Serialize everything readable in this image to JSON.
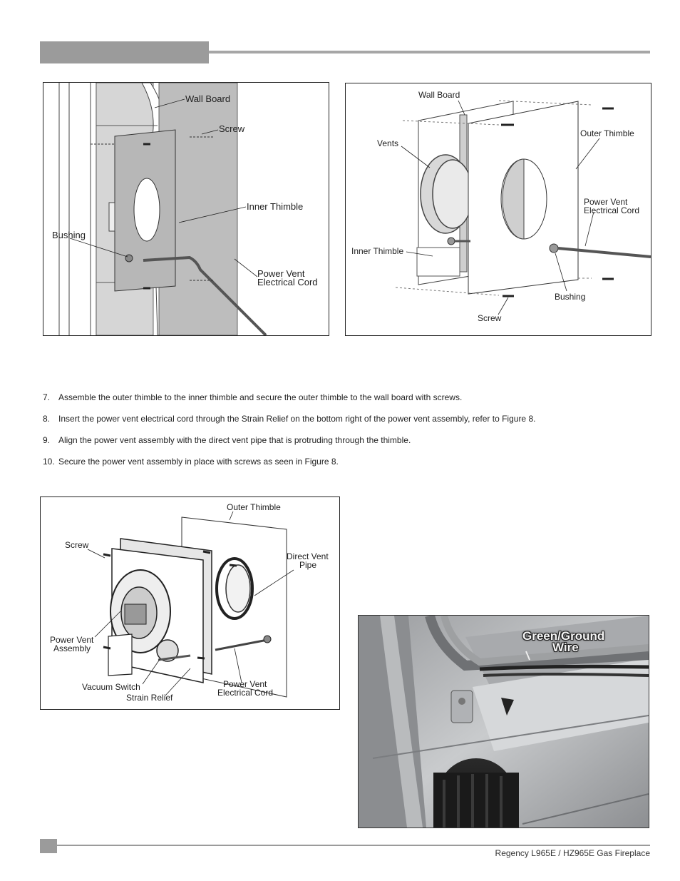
{
  "figure_a": {
    "labels": {
      "wall_board": "Wall Board",
      "screw": "Screw",
      "inner_thimble": "Inner Thimble",
      "bushing": "Bushing",
      "cord_1": "Power Vent",
      "cord_2": "Electrical Cord"
    }
  },
  "figure_b": {
    "labels": {
      "wall_board": "Wall Board",
      "vents": "Vents",
      "outer_thimble": "Outer Thimble",
      "cord_1": "Power Vent",
      "cord_2": "Electrical Cord",
      "inner_thimble": "Inner Thimble",
      "bushing": "Bushing",
      "screw": "Screw"
    }
  },
  "steps": [
    {
      "num": "7.",
      "text": "Assemble the outer thimble to the inner thimble and secure the outer thimble to the wall board with screws."
    },
    {
      "num": "8.",
      "text": "Insert the power vent electrical cord through the Strain Relief on the bottom right of the power vent assembly, refer to Figure 8."
    },
    {
      "num": "9.",
      "text": "Align the power vent assembly with the direct vent pipe that is protruding through the thimble."
    },
    {
      "num": "10.",
      "text": "Secure the power vent assembly in place with screws as seen in Figure 8."
    }
  ],
  "figure_c": {
    "labels": {
      "outer_thimble": "Outer Thimble",
      "screw": "Screw",
      "direct_vent_1": "Direct Vent",
      "direct_vent_2": "Pipe",
      "pv_assembly_1": "Power Vent",
      "pv_assembly_2": "Assembly",
      "vacuum_switch": "Vacuum Switch",
      "strain_relief": "Strain Relief",
      "cord_1": "Power Vent",
      "cord_2": "Electrical Cord"
    }
  },
  "photo": {
    "label_1": "Green/Ground",
    "label_2": "Wire"
  },
  "footer": {
    "text": "Regency L965E / HZ965E Gas Fireplace"
  }
}
